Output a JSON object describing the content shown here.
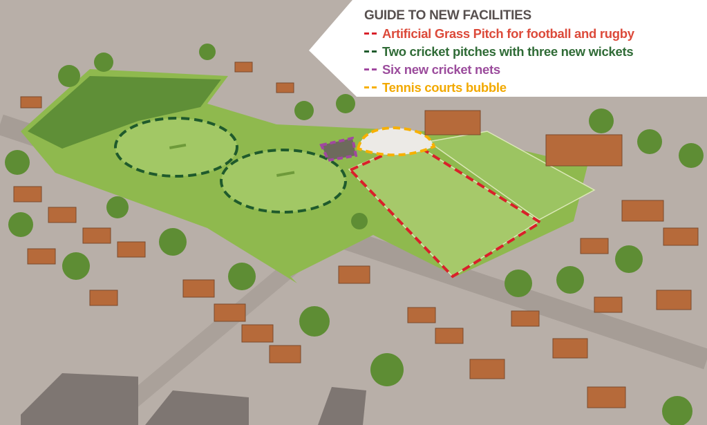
{
  "legend": {
    "title": "GUIDE TO NEW FACILITIES",
    "items": [
      {
        "label": "Artificial Grass Pitch for football and rugby",
        "color": "#dc4a3a",
        "dash_color": "#d9202a"
      },
      {
        "label": "Two cricket pitches with three new wickets",
        "color": "#2f6b36",
        "dash_color": "#1f5a2c"
      },
      {
        "label": "Six new cricket nets",
        "color": "#9b4c9c",
        "dash_color": "#a0479f"
      },
      {
        "label": "Tennis courts bubble",
        "color": "#f2a900",
        "dash_color": "#f7b000"
      }
    ]
  }
}
